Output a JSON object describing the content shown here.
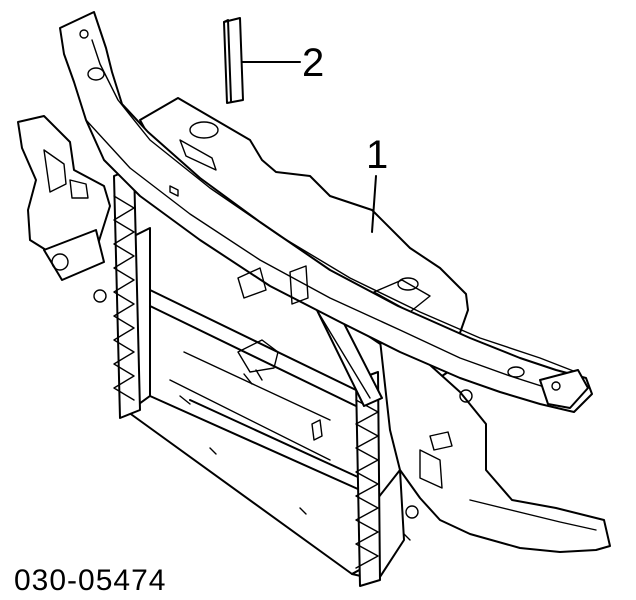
{
  "callouts": {
    "part_1": "1",
    "part_2": "2"
  },
  "diagram_code": "030-05474"
}
